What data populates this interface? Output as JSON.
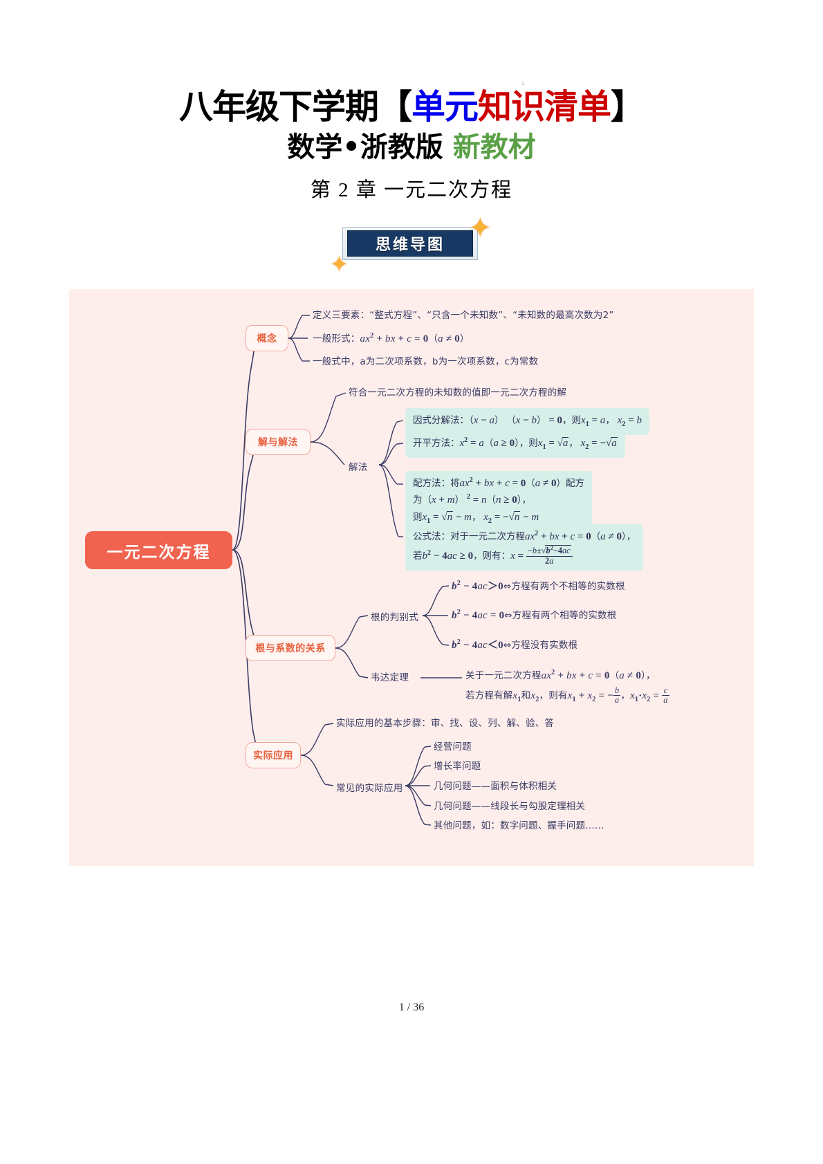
{
  "header": {
    "title_line1": [
      {
        "text": "八年级下学期【",
        "color": "#000000"
      },
      {
        "text": "单元",
        "color": "#0000ee"
      },
      {
        "text": "知识清单",
        "color": "#cc0000"
      },
      {
        "text": "】",
        "color": "#000000"
      }
    ],
    "title_line1_plain": "八年级下学期【单元知识清单】",
    "title_line2_main": "数学•浙教版",
    "title_line2_accent": "新教材",
    "title_line3": "第 2 章 一元二次方程",
    "badge_label": "思维导图",
    "tiny_mark": "1"
  },
  "colors": {
    "title_black": "#000000",
    "title_blue": "#0000ee",
    "title_red": "#cc0000",
    "title_green": "#5aa046",
    "badge_bg": "#173963",
    "badge_text": "#ffffff",
    "canvas_bg": "#fdeeec",
    "root_bg": "#f0634f",
    "root_text": "#ffffff",
    "branch_border": "#f3a798",
    "branch_text": "#e8613f",
    "branch_bg": "#fff6f4",
    "link_stroke": "#3a3b63",
    "leaf_text": "#3a3b63",
    "teal_box_bg": "#d7efe9"
  },
  "mindmap": {
    "root": "一元二次方程",
    "branches": [
      {
        "label": "概念",
        "leaves": [
          "定义三要素：“整式方程”、“只含一个未知数”、“未知数的最高次数为2”",
          "一般形式：ax² + bx + c = 0（a ≠ 0）",
          "一般式中，a为二次项系数，b为一次项系数，c为常数"
        ]
      },
      {
        "label": "解与解法",
        "leaves": [
          "符合一元二次方程的未知数的值即一元二次方程的解"
        ],
        "sub": {
          "label": "解法",
          "methods": [
            "因式分解法：（x − a）（x − b）= 0，则x₁ = a，x₂ = b",
            "开平方法：x² = a（a ≥ 0），则x₁ = √a，x₂ = −√a",
            "配方法：将ax² + bx + c = 0（a ≠ 0）配方为（x + m）² = n（n ≥ 0），则x₁ = √n − m，x₂ = −√n − m",
            "公式法：对于一元二次方程ax² + bx + c = 0（a ≠ 0），若b² − 4ac ≥ 0，则有：x = (−b ± √(b² − 4ac)) / 2a"
          ]
        }
      },
      {
        "label": "根与系数的关系",
        "subgroups": [
          {
            "label": "根的判别式",
            "items": [
              "b² − 4ac＞0⇔方程有两个不相等的实数根",
              "b² − 4ac = 0⇔方程有两个相等的实数根",
              "b² − 4ac＜0⇔方程没有实数根"
            ]
          },
          {
            "label": "韦达定理",
            "items": [
              "关于一元二次方程ax² + bx + c = 0（a ≠ 0），",
              "若方程有解x₁和x₂，则有x₁ + x₂ = −b/a，x₁·x₂ = c/a"
            ]
          }
        ]
      },
      {
        "label": "实际应用",
        "leaves": [
          "实际应用的基本步骤：审、找、设、列、解、验、答"
        ],
        "sub": {
          "label": "常见的实际应用",
          "items": [
            "经营问题",
            "增长率问题",
            "几何问题——面积与体积相关",
            "几何问题——线段长与勾股定理相关",
            "其他问题，如：数字问题、握手问题……"
          ]
        }
      }
    ]
  },
  "footer": {
    "page_number": "1 / 36"
  }
}
